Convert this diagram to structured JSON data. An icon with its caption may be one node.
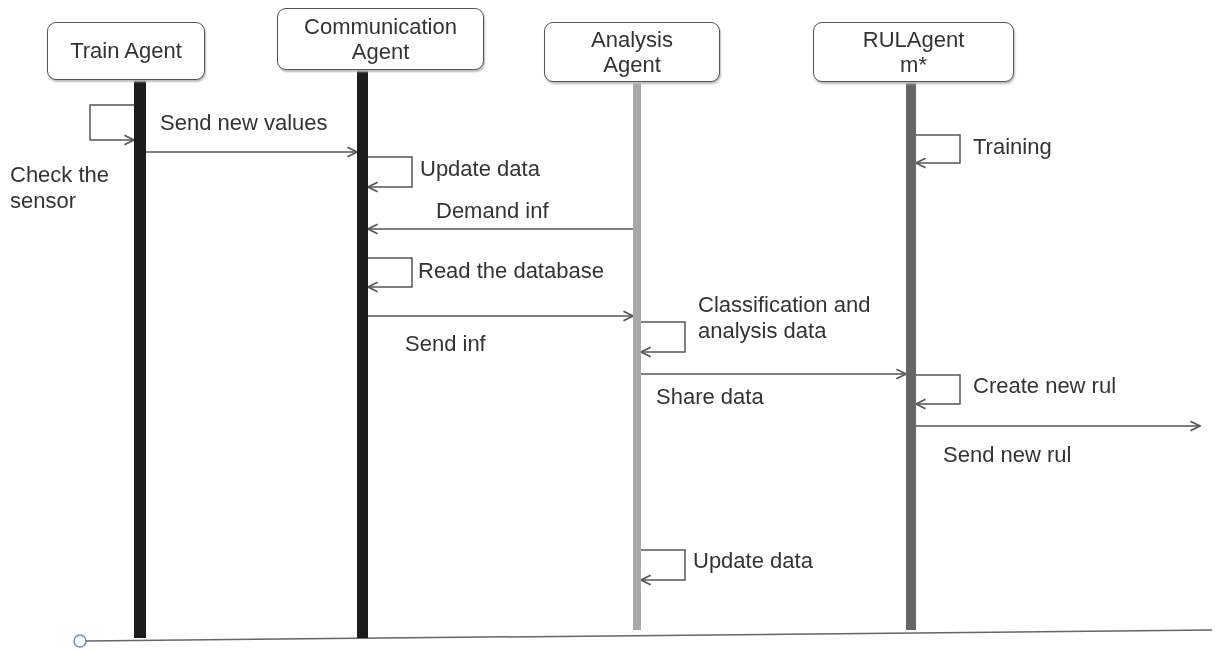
{
  "diagram": {
    "nodes": [
      {
        "text": [
          "Train Agent"
        ]
      },
      {
        "text": [
          "Communication Agent"
        ]
      },
      {
        "text": [
          "Analysis Agent"
        ]
      },
      {
        "text": [
          "RULAgent m*"
        ]
      },
      {
        "text": [],
        "shape": "bar"
      },
      {
        "text": [],
        "shape": "bar"
      },
      {
        "text": [],
        "shape": "bar"
      },
      {
        "text": [],
        "shape": "bar"
      }
    ],
    "edges": [
      {
        "from": 4,
        "to": 4,
        "arrow": "to",
        "label": "Check the sensor"
      },
      {
        "from": 4,
        "to": 5,
        "arrow": "to",
        "label": "Send new values"
      },
      {
        "from": 7,
        "to": 7,
        "arrow": "to",
        "label": "Training"
      },
      {
        "from": 5,
        "to": 5,
        "arrow": "to",
        "label": "Update data"
      },
      {
        "from": 6,
        "to": 5,
        "arrow": "to",
        "label": "Demand inf"
      },
      {
        "from": 5,
        "to": 5,
        "arrow": "to",
        "label": "Read the database"
      },
      {
        "from": 5,
        "to": 6,
        "arrow": "to",
        "label": "Send inf"
      },
      {
        "from": 6,
        "to": 6,
        "arrow": "to",
        "label": "Classification and analysis data"
      },
      {
        "from": 6,
        "to": 7,
        "arrow": "to",
        "label": "Share data"
      },
      {
        "from": 7,
        "to": 7,
        "arrow": "to",
        "label": "Create new rul"
      },
      {
        "from": 7,
        "to": null,
        "arrow": "to",
        "label": "Send new rul"
      },
      {
        "from": 6,
        "to": 6,
        "arrow": "to",
        "label": "Update data"
      }
    ]
  }
}
